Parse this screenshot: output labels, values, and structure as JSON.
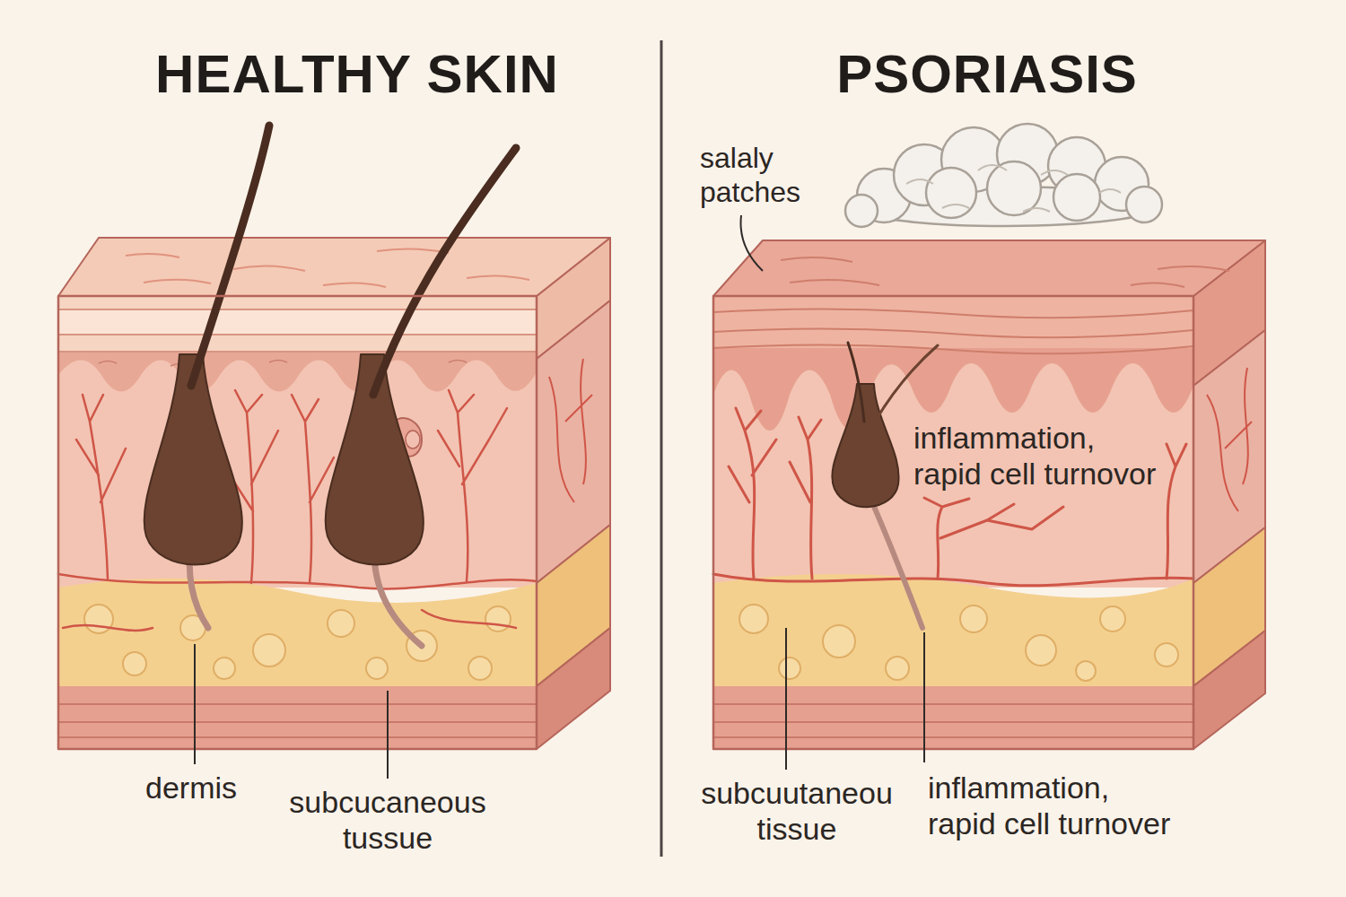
{
  "diagram": {
    "labels": [
      "HEALTHY SKIN",
      "PSORIASIS",
      "salaly patches",
      "inflammation, rapid cell turnovor",
      "dermis",
      "subcucaneous tussue",
      "subcuutaneou tissue",
      "inflammation, rapid cell turnover"
    ]
  }
}
